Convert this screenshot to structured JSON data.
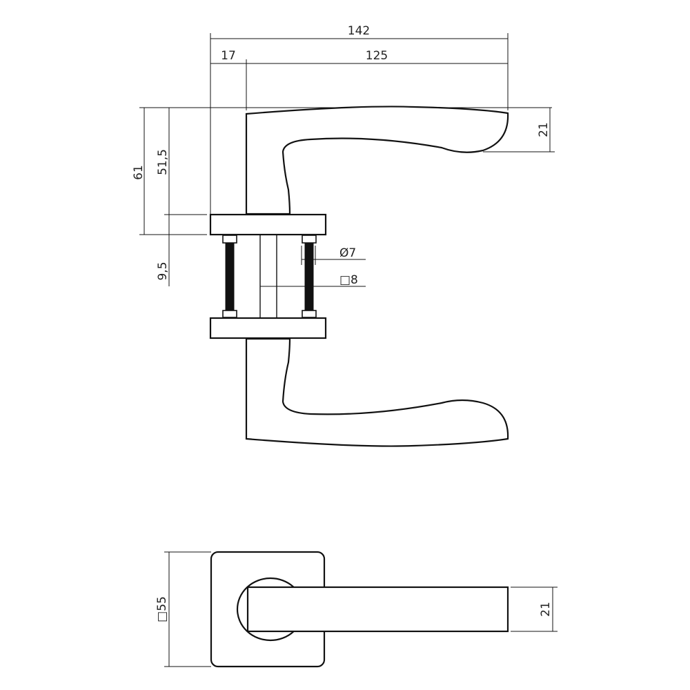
{
  "drawing": {
    "title": "Door lever handle on square rose - technical drawing",
    "line_color": "#111111",
    "background": "#ffffff"
  },
  "side_view": {
    "dimensions": {
      "overall_length": "142",
      "rose_offset": "17",
      "lever_length": "125",
      "lever_end_height": "21",
      "total_height": "61",
      "lever_height": "51,5",
      "rose_thickness": "9,5",
      "screw_diameter": "Ø7",
      "spindle_square": "□8"
    }
  },
  "top_view": {
    "dimensions": {
      "rose_square": "□55",
      "lever_width": "21"
    }
  }
}
